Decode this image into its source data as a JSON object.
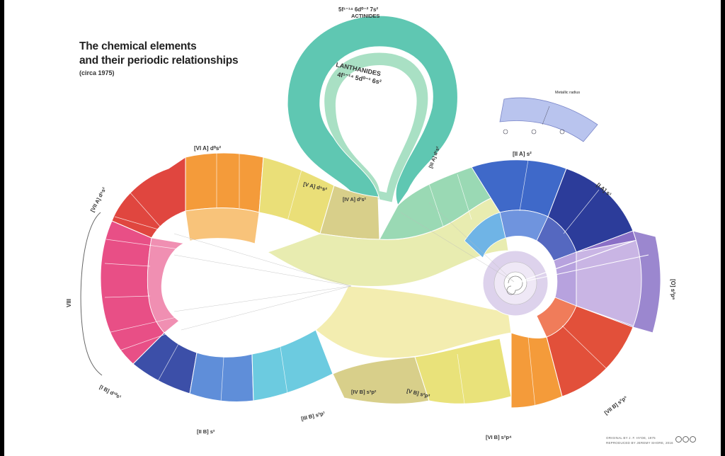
{
  "title": {
    "line1": "The chemical elements",
    "line2": "and  their periodic relationships",
    "subtitle": "(circa 1975)"
  },
  "group_labels": {
    "via": "[VI A] d⁰s²",
    "viia": "[VII A] d⁵s²",
    "viii": "VIII",
    "va": "[V A] d⁵s²",
    "iva": "[IV A] d²s²",
    "iiia": "[III A] d¹s²",
    "iia": "[II A] s²",
    "ia": "[I A] s¹",
    "o": "[O] s²p⁶",
    "ib": "[I B] d¹⁰s¹",
    "iib": "[II B] s²",
    "iiib": "[III B] s²p¹",
    "ivb": "[IV B] s²p²",
    "vb": "[V B] s²p³",
    "vib": "[VI B] s²p⁴",
    "viib": "[VII B] s²p⁵"
  },
  "actinides": {
    "config": "5f¹⁻¹⁴ 6d⁰⁻² 7s²",
    "name": "ACTINIDES"
  },
  "lanthanides": {
    "name": "LANTHANIDES",
    "config": "4f¹⁻¹⁴ 5d⁰⁻¹ 6s²"
  },
  "legend_hint": "Metallic radius",
  "credits": {
    "line1": "ORIGINAL BY J. F. HYDE, 1975",
    "line2": "REPRODUCED BY JEREMY SHORE, 2016"
  },
  "colors": {
    "red": "#e0463f",
    "pink": "#e84f86",
    "magenta": "#d43a72",
    "orange": "#f49b3a",
    "lightOrange": "#f9c05c",
    "yellow": "#eadf78",
    "paleYellow": "#f3edb0",
    "khaki": "#d8cf8a",
    "lime": "#dfe590",
    "teal": "#58c5b1",
    "lightTeal": "#8fd8c2",
    "mint": "#a9e0c4",
    "blue": "#3f69c9",
    "navy": "#2c3c9a",
    "skyBlue": "#6fb4e6",
    "purple": "#8a6fc6",
    "lavender": "#c9b5e4",
    "cobalt": "#4a59b8",
    "cyan": "#6ccbe0"
  }
}
